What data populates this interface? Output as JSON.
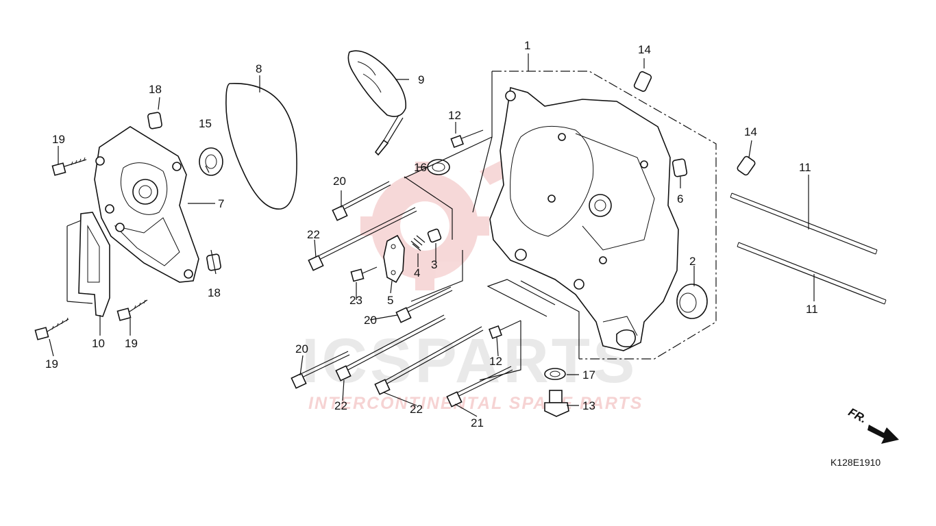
{
  "watermark": {
    "brand": "ICSPARTS",
    "tagline": "INTERCONTINENTAL SPARE PARTS",
    "brand_color": "#d33030"
  },
  "diagram_code": "K128E1910",
  "front_indicator": "FR.",
  "callouts": {
    "c1": "1",
    "c2": "2",
    "c3": "3",
    "c4": "4",
    "c5": "5",
    "c6": "6",
    "c7": "7",
    "c8": "8",
    "c9": "9",
    "c10": "10",
    "c11a": "11",
    "c11b": "11",
    "c12a": "12",
    "c12b": "12",
    "c13": "13",
    "c14a": "14",
    "c14b": "14",
    "c15": "15",
    "c16": "16",
    "c17": "17",
    "c18a": "18",
    "c18b": "18",
    "c19a": "19",
    "c19b": "19",
    "c19c": "19",
    "c20a": "20",
    "c20b": "20",
    "c20c": "20",
    "c21": "21",
    "c22a": "22",
    "c22b": "22",
    "c22c": "22",
    "c23": "23"
  }
}
